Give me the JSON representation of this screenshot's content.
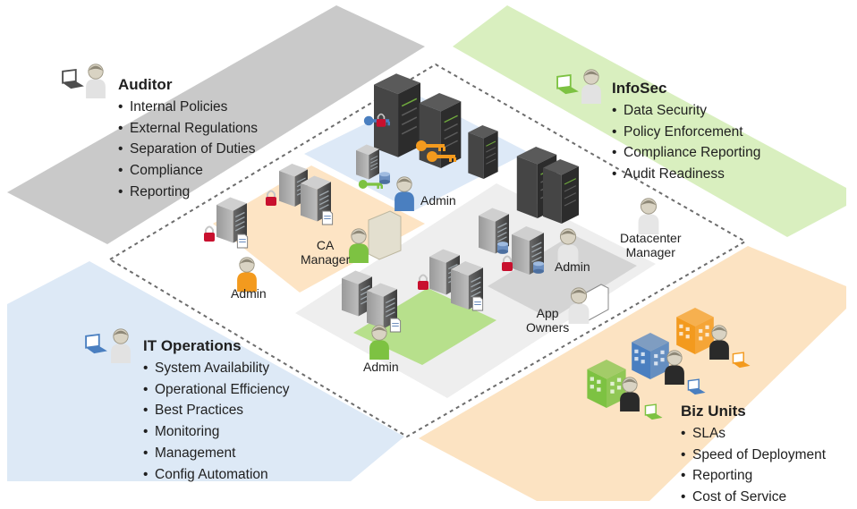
{
  "groups": {
    "auditor": {
      "title": "Auditor",
      "items": [
        "Internal Policies",
        "External Regulations",
        "Separation of Duties",
        "Compliance",
        "Reporting"
      ]
    },
    "infosec": {
      "title": "InfoSec",
      "items": [
        "Data Security",
        "Policy Enforcement",
        "Compliance Reporting",
        "Audit Readiness"
      ]
    },
    "itops": {
      "title": "IT Operations",
      "items": [
        "System Availability",
        "Operational Efficiency",
        "Best Practices",
        "Monitoring",
        "Management",
        "Config Automation"
      ]
    },
    "biz": {
      "title": "Biz Units",
      "items": [
        "SLAs",
        "Speed of Deployment",
        "Reporting",
        "Cost of Service"
      ]
    }
  },
  "labels": {
    "admin_blue": "Admin",
    "admin_orange": "Admin",
    "admin_green": "Admin",
    "admin_gray": "Admin",
    "ca_manager": "CA\nManager",
    "datacenter_manager": "Datacenter\nManager",
    "app_owners": "App\nOwners"
  },
  "colors": {
    "auditor_region": "#c8c8c8",
    "infosec_region": "#d8eebc",
    "itops_region": "#dce8f6",
    "biz_region": "#fbe2c0",
    "blue_zone": "#dce9f7",
    "orange_zone": "#fde3c3",
    "green_zone": "#b6e08a",
    "gray_zone": "#d7d7d7",
    "orange_person": "#f39a1e",
    "green_person": "#7dc242",
    "blue_person": "#4a7fc0"
  }
}
